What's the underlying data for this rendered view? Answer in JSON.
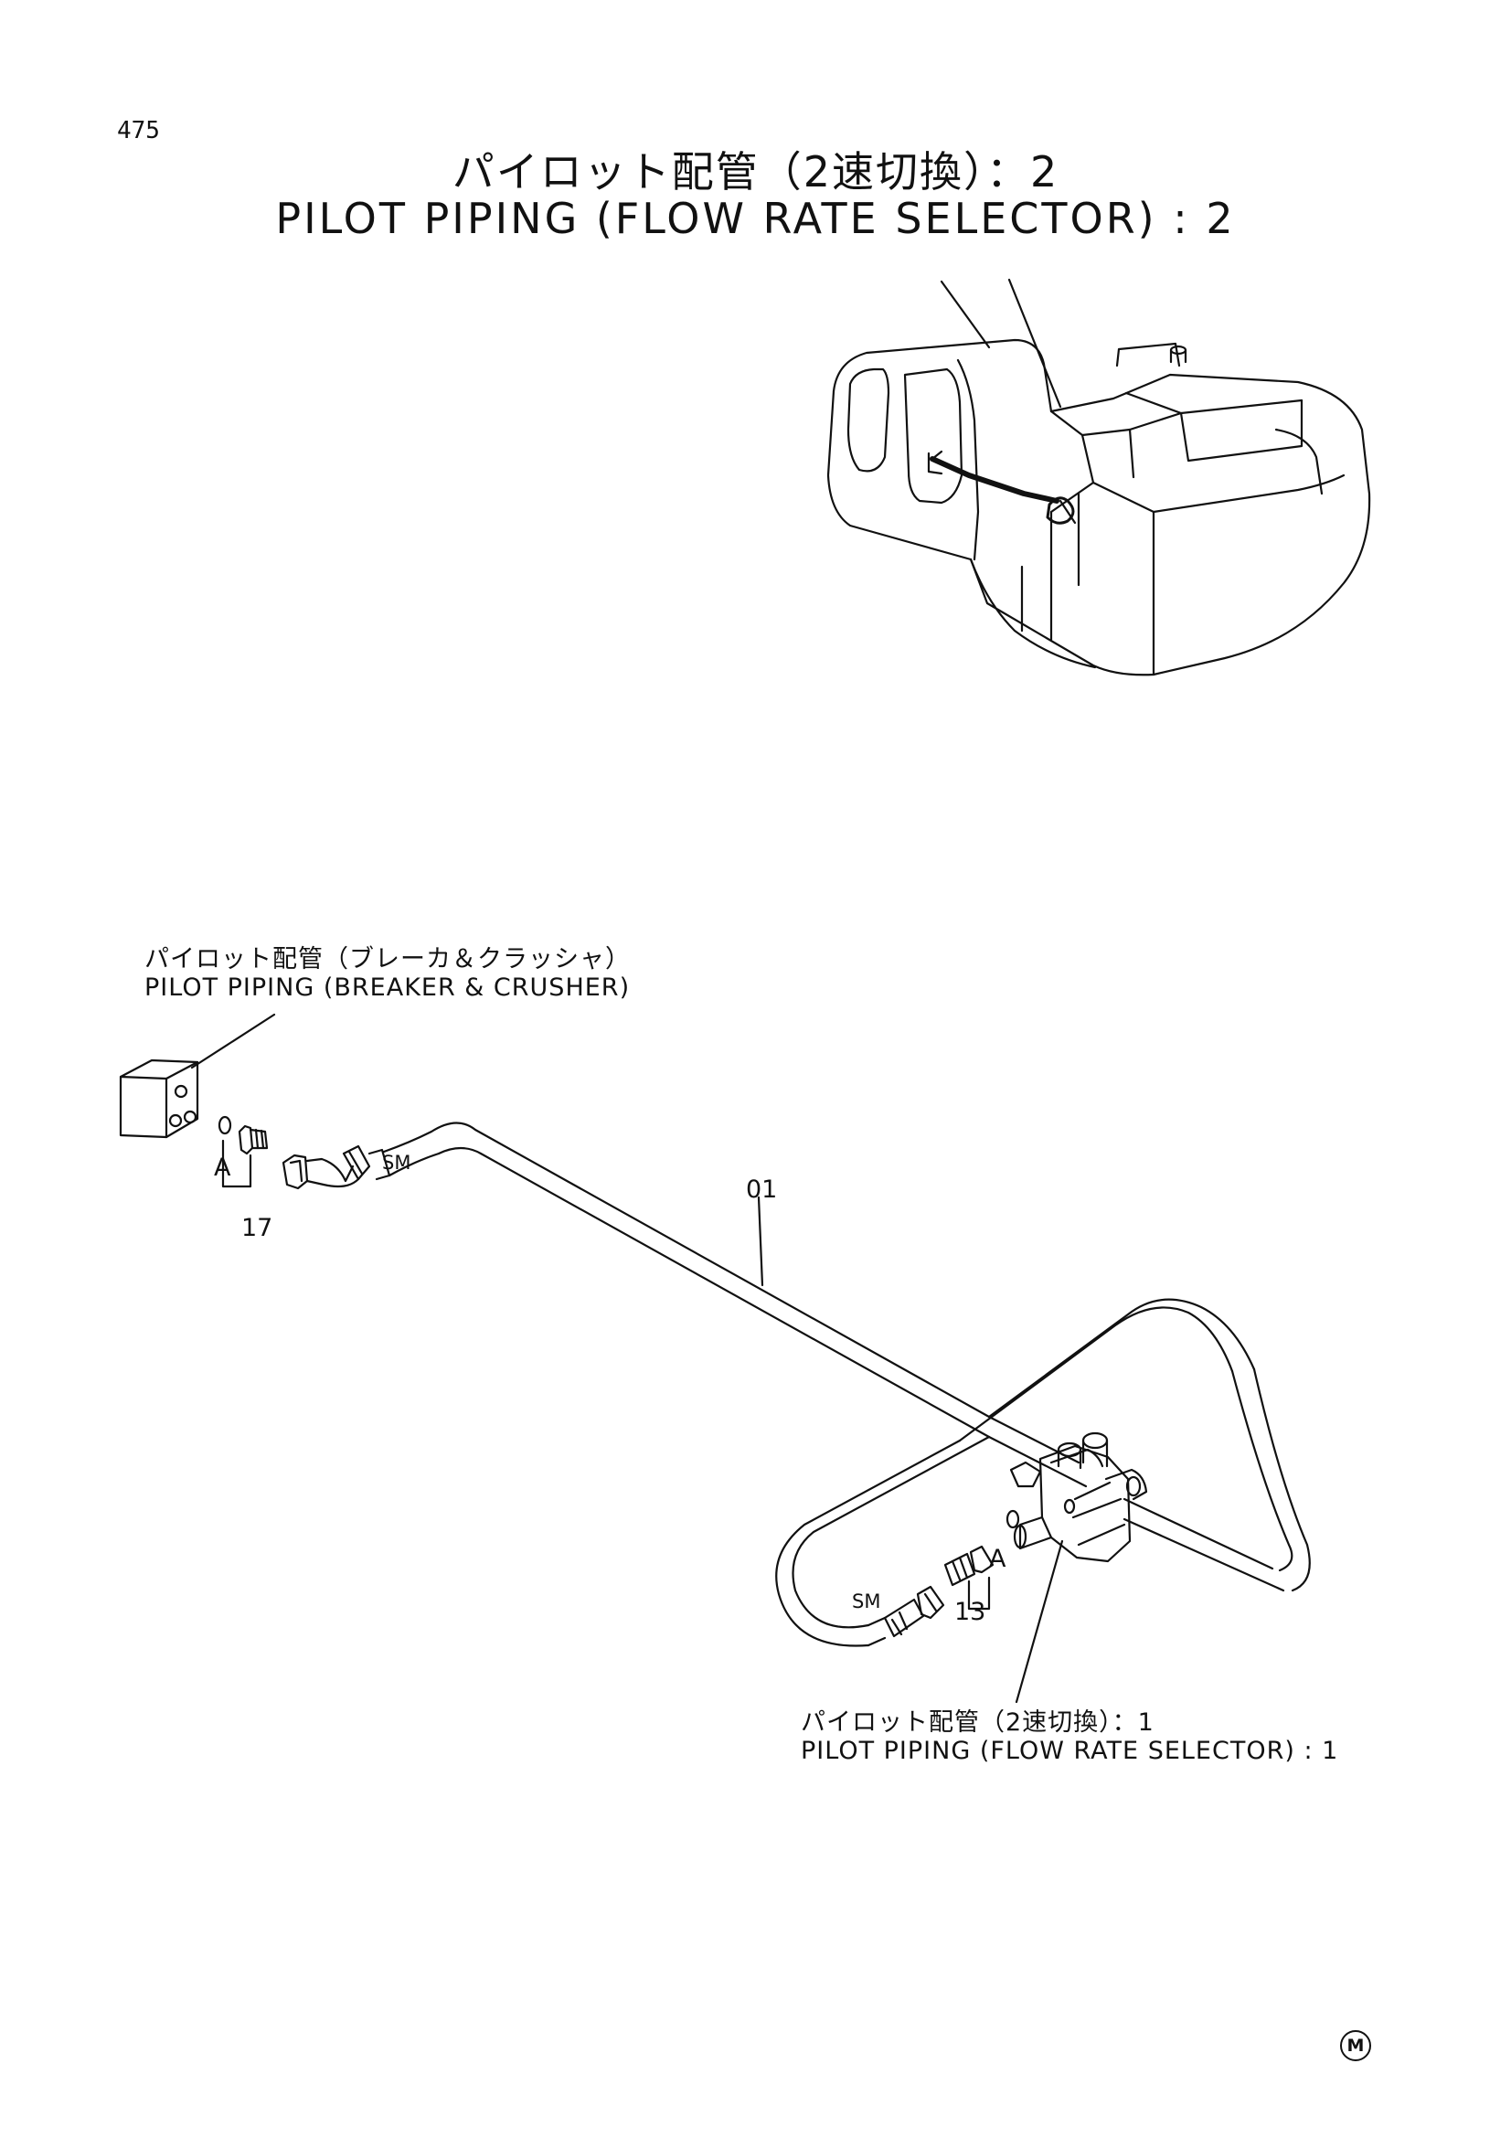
{
  "page": {
    "number": "475"
  },
  "title": {
    "japanese": "パイロット配管（2速切換）：2",
    "english": "PILOT PIPING (FLOW RATE SELECTOR) : 2"
  },
  "callouts": {
    "top_reference": {
      "japanese": "パイロット配管（ブレーカ＆クラッシャ）",
      "english": "PILOT PIPING (BREAKER & CRUSHER)"
    },
    "bottom_reference": {
      "japanese": "パイロット配管（2速切換）：1",
      "english": "PILOT PIPING (FLOW RATE SELECTOR) : 1"
    }
  },
  "part_labels": {
    "pipe": "01",
    "left_adapter": "17",
    "right_adapter": "13",
    "left_view_letter": "A",
    "right_view_letter": "A",
    "left_sm": "SM",
    "right_sm": "SM"
  },
  "icons": {
    "machine": "excavator-upper-structure-icon",
    "left_block": "pilot-valve-block-icon",
    "right_valve": "selector-valve-icon",
    "corner_mark": "circled-m-mark-icon"
  },
  "corner_mark": {
    "letter": "M"
  }
}
